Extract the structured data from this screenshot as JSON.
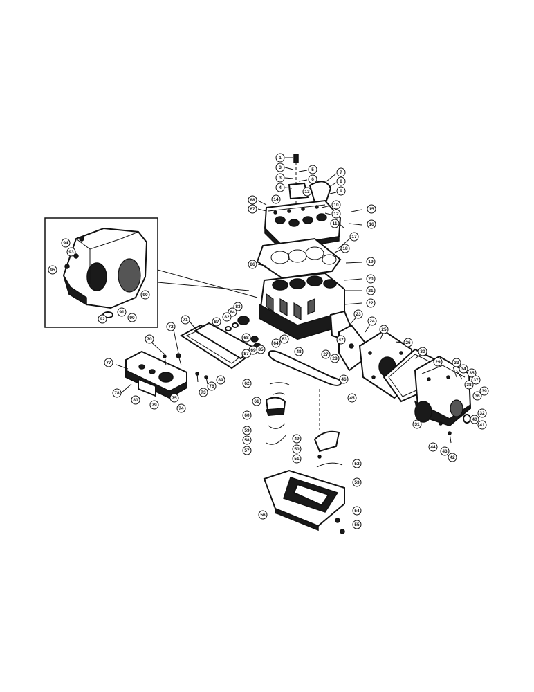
{
  "callouts": [
    {
      "id": "c1",
      "label": "1"
    },
    {
      "id": "c2",
      "label": "3"
    },
    {
      "id": "c3",
      "label": "3"
    },
    {
      "id": "c4",
      "label": "4"
    },
    {
      "id": "c5",
      "label": "5"
    },
    {
      "id": "c6",
      "label": "6"
    },
    {
      "id": "c7",
      "label": "7"
    },
    {
      "id": "c8",
      "label": "8"
    },
    {
      "id": "c9",
      "label": "9"
    },
    {
      "id": "c10",
      "label": "13"
    },
    {
      "id": "c11",
      "label": "10"
    },
    {
      "id": "c12",
      "label": "12"
    },
    {
      "id": "c13",
      "label": "11"
    },
    {
      "id": "c14",
      "label": "15"
    },
    {
      "id": "c15",
      "label": "16"
    },
    {
      "id": "c16",
      "label": "14"
    },
    {
      "id": "c17",
      "label": "88"
    },
    {
      "id": "c18",
      "label": "67"
    },
    {
      "id": "c19",
      "label": "17"
    },
    {
      "id": "c20",
      "label": "18"
    },
    {
      "id": "c21",
      "label": "19"
    },
    {
      "id": "c22",
      "label": "86"
    },
    {
      "id": "c23",
      "label": "20"
    },
    {
      "id": "c24",
      "label": "21"
    },
    {
      "id": "c25",
      "label": "22"
    },
    {
      "id": "c26",
      "label": "94"
    },
    {
      "id": "c27",
      "label": "93"
    },
    {
      "id": "c28",
      "label": "95"
    },
    {
      "id": "c29",
      "label": "90"
    },
    {
      "id": "c30",
      "label": "92"
    },
    {
      "id": "c31",
      "label": "91"
    },
    {
      "id": "c32",
      "label": "90"
    },
    {
      "id": "c33",
      "label": "83"
    },
    {
      "id": "c34",
      "label": "84"
    },
    {
      "id": "c35",
      "label": "82"
    },
    {
      "id": "c36",
      "label": "87"
    },
    {
      "id": "c37",
      "label": "72"
    },
    {
      "id": "c38",
      "label": "71"
    },
    {
      "id": "c39",
      "label": "68"
    },
    {
      "id": "c40",
      "label": "69"
    },
    {
      "id": "c41",
      "label": "87"
    },
    {
      "id": "c42",
      "label": "85"
    },
    {
      "id": "c43",
      "label": "64"
    },
    {
      "id": "c44",
      "label": "63"
    },
    {
      "id": "c45",
      "label": "23"
    },
    {
      "id": "c46",
      "label": "24"
    },
    {
      "id": "c47",
      "label": "25"
    },
    {
      "id": "c48",
      "label": "47"
    },
    {
      "id": "c49",
      "label": "26"
    },
    {
      "id": "c50",
      "label": "27"
    },
    {
      "id": "c51",
      "label": "28"
    },
    {
      "id": "c52",
      "label": "48"
    },
    {
      "id": "c53",
      "label": "46"
    },
    {
      "id": "c54",
      "label": "45"
    },
    {
      "id": "c55",
      "label": "29"
    },
    {
      "id": "c56",
      "label": "30"
    },
    {
      "id": "c57",
      "label": "33"
    },
    {
      "id": "c58",
      "label": "34"
    },
    {
      "id": "c59",
      "label": "35"
    },
    {
      "id": "c60",
      "label": "37"
    },
    {
      "id": "c61",
      "label": "38"
    },
    {
      "id": "c62",
      "label": "39"
    },
    {
      "id": "c63",
      "label": "36"
    },
    {
      "id": "c64",
      "label": "32"
    },
    {
      "id": "c65",
      "label": "40"
    },
    {
      "id": "c66",
      "label": "41"
    },
    {
      "id": "c67",
      "label": "31"
    },
    {
      "id": "c68",
      "label": "44"
    },
    {
      "id": "c69",
      "label": "43"
    },
    {
      "id": "c70",
      "label": "42"
    },
    {
      "id": "c71",
      "label": "70"
    },
    {
      "id": "c72",
      "label": "77"
    },
    {
      "id": "c73",
      "label": "78"
    },
    {
      "id": "c74",
      "label": "80"
    },
    {
      "id": "c75",
      "label": "79"
    },
    {
      "id": "c76",
      "label": "74"
    },
    {
      "id": "c77",
      "label": "75"
    },
    {
      "id": "c78",
      "label": "73"
    },
    {
      "id": "c79",
      "label": "76"
    },
    {
      "id": "c80",
      "label": "89"
    },
    {
      "id": "c81",
      "label": "62"
    },
    {
      "id": "c82",
      "label": "61"
    },
    {
      "id": "c83",
      "label": "60"
    },
    {
      "id": "c84",
      "label": "59"
    },
    {
      "id": "c85",
      "label": "58"
    },
    {
      "id": "c86",
      "label": "57"
    },
    {
      "id": "c87",
      "label": "49"
    },
    {
      "id": "c88",
      "label": "50"
    },
    {
      "id": "c89",
      "label": "51"
    },
    {
      "id": "c90",
      "label": "52"
    },
    {
      "id": "c91",
      "label": "53"
    },
    {
      "id": "c92",
      "label": "56"
    },
    {
      "id": "c93",
      "label": "54"
    },
    {
      "id": "c94",
      "label": "55"
    }
  ]
}
